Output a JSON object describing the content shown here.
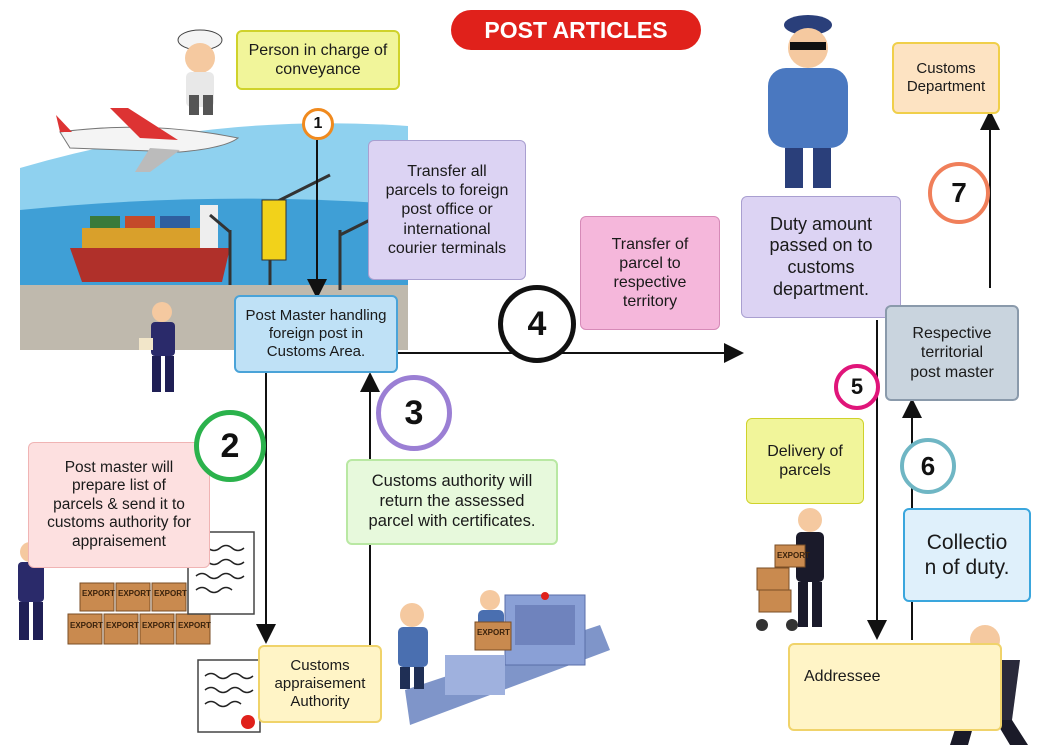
{
  "title": "POST ARTICLES",
  "colors": {
    "title_bg": "#e0211b",
    "sky": "#8fd1ef",
    "sea": "#2a8fc9",
    "ground": "#bfb9ad",
    "yellow_box": "#f1f59a",
    "lavender_box": "#dcd3f3",
    "pink_box": "#f5b7db",
    "blue_box": "#bfe1f6",
    "salmon_box": "#fde0e0",
    "green_box": "#e7f9dc",
    "cream_box": "#fff4c6",
    "grey_box": "#c9d4de",
    "light_blue_box": "#dff0fb"
  },
  "boxes": {
    "person_in_charge": "Person in charge of\nconveyance",
    "transfer_parcels": "Transfer all\nparcels to foreign\npost office or\ninternational\ncourier terminals",
    "transfer_territory": "Transfer of\nparcel to\nrespective\nterritory",
    "post_master_foreign": "Post Master handling\nforeign post in\nCustoms Area.",
    "post_master_list": "Post master will\nprepare list of\nparcels & send it to\ncustoms authority for\nappraisement",
    "customs_return": "Customs authority will\nreturn the assessed\nparcel with certificates.",
    "customs_appraisement": "Customs\nappraisement\nAuthority",
    "duty_amount": "Duty amount\npassed on to\ncustoms\ndepartment.",
    "customs_department": "Customs\nDepartment",
    "territorial_post_master": "Respective\nterritorial\npost master",
    "delivery_parcels": "Delivery of\nparcels",
    "collection_duty": "Collectio\nn of duty.",
    "addressee": "Addressee"
  },
  "steps": [
    "1",
    "2",
    "3",
    "4",
    "5",
    "6",
    "7"
  ],
  "step_colors": [
    "#f08a1e",
    "#2bb24c",
    "#9b7fd4",
    "#111111",
    "#e0157a",
    "#6fb6c4",
    "#f07f5a"
  ],
  "export_labels": [
    "EXPORT",
    "EXPORT",
    "EXPORT",
    "EXPORT",
    "EXPORT",
    "EXPORT",
    "EXPORT",
    "EXPORT",
    "EXPORT"
  ]
}
